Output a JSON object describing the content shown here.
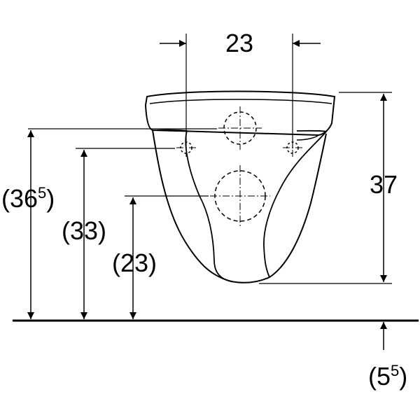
{
  "dimensions": {
    "top_width": {
      "value": "23"
    },
    "total_height": {
      "value": "37"
    },
    "inlet_height": {
      "open": "(",
      "value": "36",
      "sup": "5",
      "close": ")"
    },
    "fixing_height": {
      "value": "(33)"
    },
    "outlet_height": {
      "value": "(23)"
    },
    "floor_gap": {
      "open": "(",
      "value": "5",
      "sup": "5",
      "close": ")"
    }
  },
  "colors": {
    "line": "#000000",
    "background": "#ffffff"
  }
}
